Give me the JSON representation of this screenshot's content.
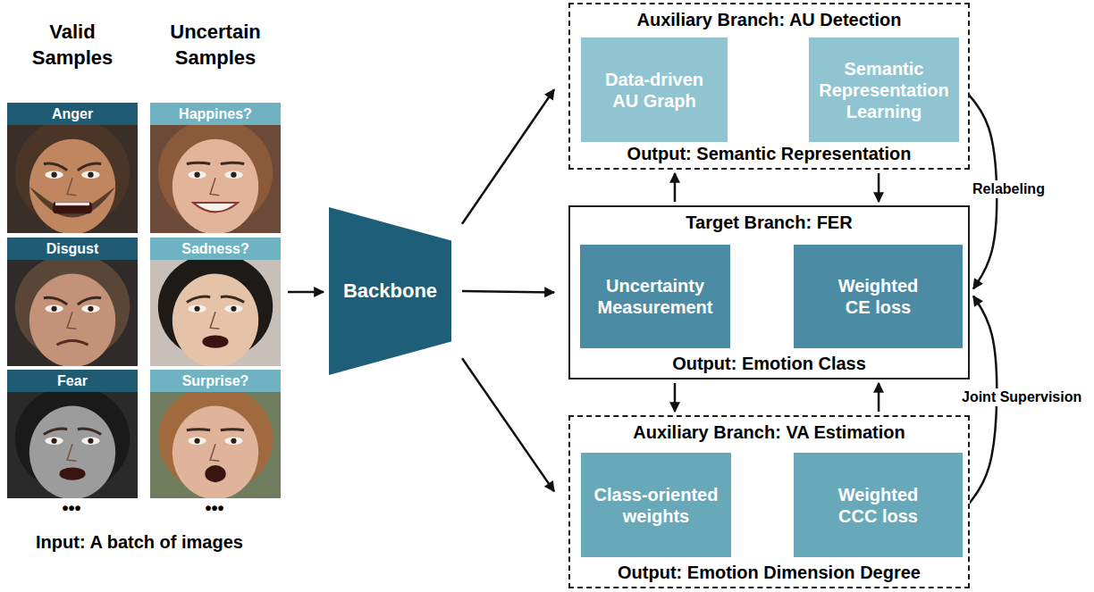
{
  "diagram": {
    "nodes": [
      {
        "text": [
          "Anger"
        ]
      },
      {
        "text": [
          "Happines?"
        ]
      },
      {
        "text": [
          "Disgust"
        ]
      },
      {
        "text": [
          "Sadness?"
        ]
      },
      {
        "text": [
          "Fear"
        ]
      },
      {
        "text": [
          "Surprise?"
        ]
      },
      {
        "text": [
          "Backbone"
        ]
      },
      {
        "text": [
          "Auxiliary Branch: AU Detection",
          "Output: Semantic Representation"
        ]
      },
      {
        "text": [
          "Data-driven AU Graph"
        ],
        "in": 7
      },
      {
        "text": [
          "Semantic Representation Learning"
        ],
        "in": 7
      },
      {
        "text": [
          "Target Branch: FER",
          "Output: Emotion Class"
        ]
      },
      {
        "text": [
          "Uncertainty Measurement"
        ],
        "in": 10
      },
      {
        "text": [
          "Weighted CE loss"
        ],
        "in": 10
      },
      {
        "text": [
          "Auxiliary Branch: VA Estimation",
          "Output: Emotion Dimension Degree"
        ]
      },
      {
        "text": [
          "Class-oriented weights"
        ],
        "in": 13
      },
      {
        "text": [
          "Weighted CCC loss"
        ],
        "in": 13
      }
    ],
    "edges": [
      {
        "from": 6,
        "to": 7,
        "arrow": "to"
      },
      {
        "from": 6,
        "to": 10,
        "arrow": "to"
      },
      {
        "from": 6,
        "to": 13,
        "arrow": "to"
      },
      {
        "from": 8,
        "to": 9,
        "arrow": "to"
      },
      {
        "from": 10,
        "to": 7,
        "arrow": "to"
      },
      {
        "from": 7,
        "to": 10,
        "arrow": "to"
      },
      {
        "from": 11,
        "to": 12,
        "arrow": "to"
      },
      {
        "from": 10,
        "to": 13,
        "arrow": "to"
      },
      {
        "from": 13,
        "to": 10,
        "arrow": "to"
      },
      {
        "from": 14,
        "to": 15,
        "arrow": "to"
      },
      {
        "from": 9,
        "to": 10,
        "label": "Relabeling",
        "arrow": "to"
      },
      {
        "from": 15,
        "to": 10,
        "label": "Joint Supervision",
        "arrow": "to"
      }
    ],
    "labels": [
      "Valid Samples",
      "Uncertain Samples",
      "•••",
      "•••",
      "Input: A batch of images"
    ]
  }
}
